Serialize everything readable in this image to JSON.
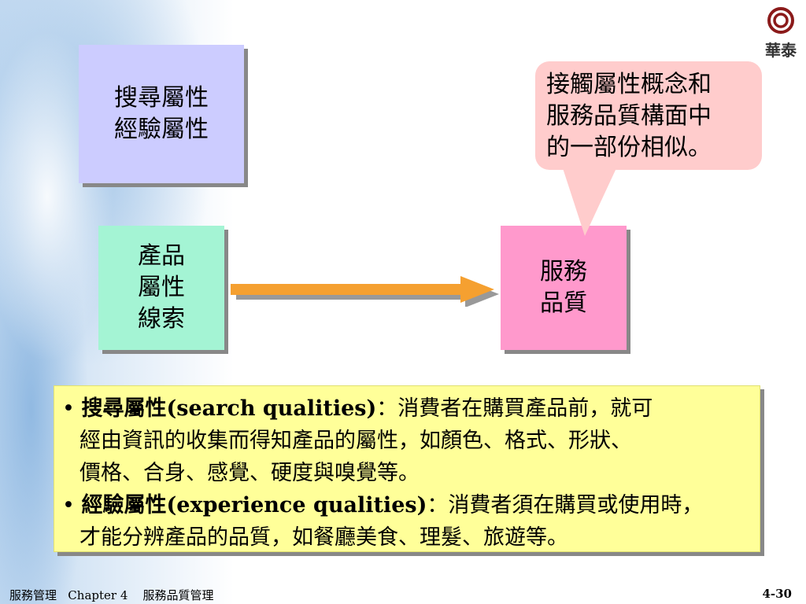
{
  "logo": {
    "text": "華泰",
    "color": "#8b1a1a"
  },
  "boxes": {
    "attributes": [
      "搜尋屬性",
      "經驗屬性"
    ],
    "product": [
      "產品",
      "屬性",
      "線索"
    ],
    "service": [
      "服務",
      "品質"
    ]
  },
  "callout": [
    "接觸屬性概念和",
    "服務品質構面中",
    "的一部份相似。"
  ],
  "bullets": [
    {
      "bullet": "•",
      "head": "搜尋屬性(search  qualities)",
      "lines": [
        "：消費者在購買產品前，就可",
        "經由資訊的收集而得知產品的屬性，如顏色、格式、形狀、",
        "價格、合身、感覺、硬度與嗅覺等。"
      ]
    },
    {
      "bullet": "•",
      "head": "經驗屬性(experience qualities)",
      "lines": [
        "：消費者須在購買或使用時，",
        "才能分辨產品的品質，如餐廳美食、理髮、旅遊等。"
      ]
    }
  ],
  "footer": {
    "left": "服務管理   Chapter 4    服務品質管理",
    "page": "4-30"
  }
}
